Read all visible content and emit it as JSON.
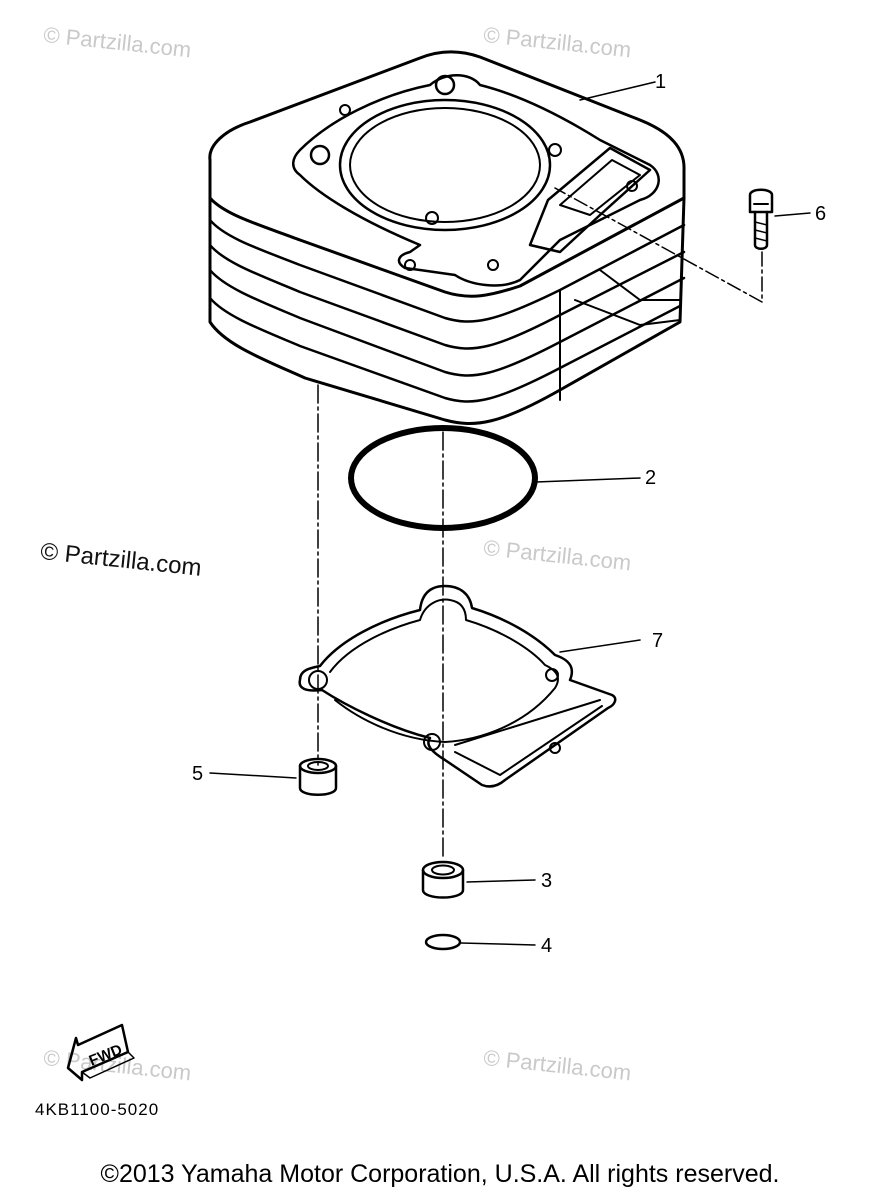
{
  "diagram": {
    "callouts": [
      "1",
      "2",
      "3",
      "4",
      "5",
      "6",
      "7"
    ],
    "watermarks": [
      "© Partzilla.com",
      "© Partzilla.com",
      "© Partzilla.com",
      "© Partzilla.com",
      "© Partzilla.com",
      "© Partzilla.com"
    ],
    "fwd_label": "FWD",
    "part_code": "4KB1100-5020",
    "copyright": "©2013 Yamaha Motor Corporation, U.S.A. All rights reserved."
  }
}
